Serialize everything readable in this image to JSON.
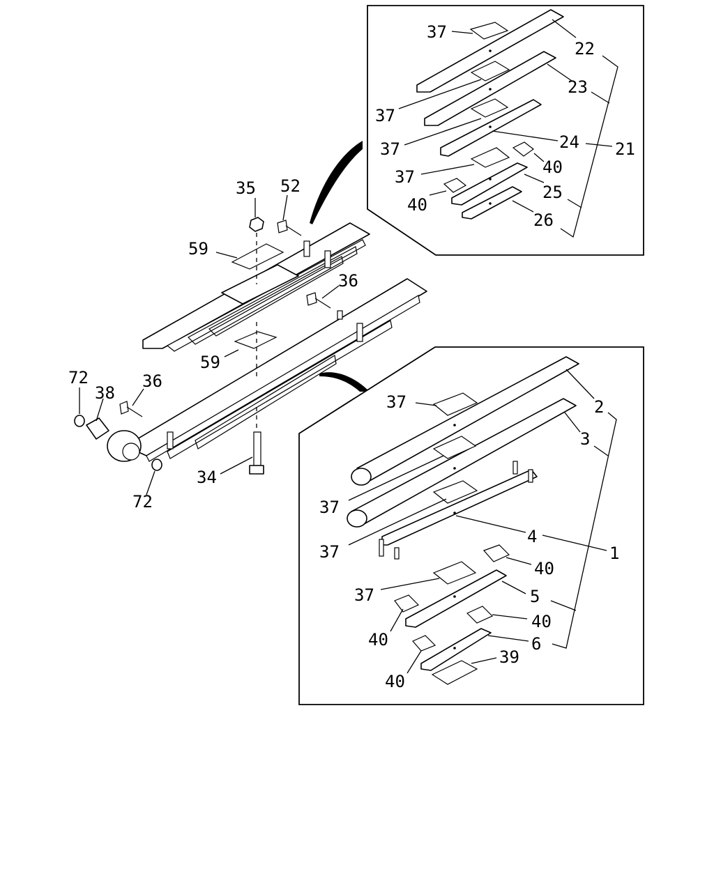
{
  "callouts": {
    "upper_main": {
      "n35": "35",
      "n52": "52",
      "n59a": "59",
      "n36a": "36",
      "n59b": "59"
    },
    "lower_main": {
      "n72a": "72",
      "n38": "38",
      "n36b": "36",
      "n34": "34",
      "n72b": "72"
    },
    "upper_detail": {
      "n37a": "37",
      "n22": "22",
      "n23": "23",
      "n37b": "37",
      "n37c": "37",
      "n24": "24",
      "n21": "21",
      "n40a": "40",
      "n37d": "37",
      "n25": "25",
      "n40b": "40",
      "n26": "26"
    },
    "lower_detail": {
      "n37e": "37",
      "n2": "2",
      "n3": "3",
      "n37f": "37",
      "n37g": "37",
      "n4": "4",
      "n1": "1",
      "n40c": "40",
      "n37h": "37",
      "n5": "5",
      "n40d": "40",
      "n40e": "40",
      "n6": "6",
      "n39": "39",
      "n40f": "40"
    }
  }
}
